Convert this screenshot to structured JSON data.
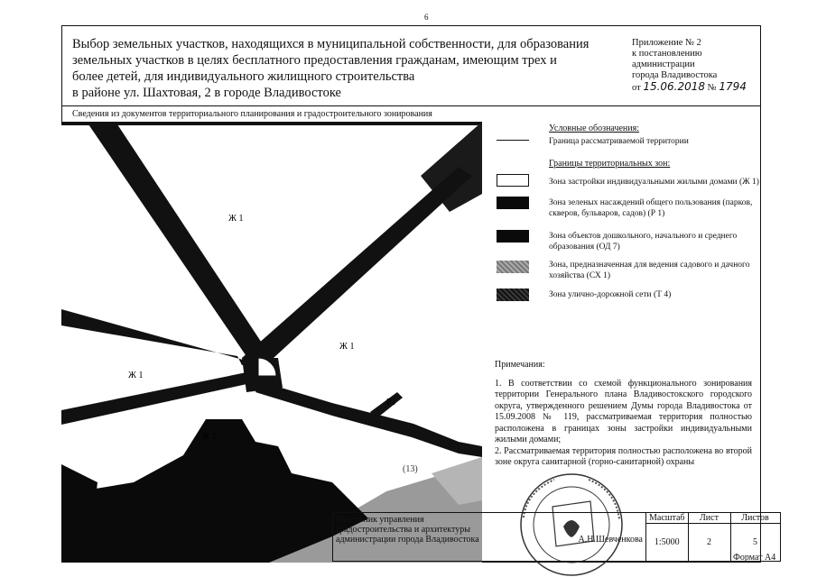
{
  "page_number": "6",
  "title_lines": [
    "Выбор земельных участков, находящихся в муниципальной собственности, для образования",
    "земельных участков в целях бесплатного предоставления гражданам, имеющим трех и",
    "более детей, для индивидуального жилищного строительства",
    "в районе ул. Шахтовая, 2 в городе Владивостоке"
  ],
  "appendix": {
    "line1": "Приложение № 2",
    "line2": "к постановлению администрации",
    "line3": "города Владивостока",
    "date_prefix": "от",
    "date_value": "15.06.2018",
    "number_prefix": "№",
    "number_value": "1794"
  },
  "section_label": "Сведения из документов территориального планирования и градостроительного зонирования",
  "map": {
    "zone_label": "Ж 1",
    "small_label": "P1",
    "road_label": "(13)"
  },
  "legend": {
    "title": "Условные обозначения:",
    "boundary_label": "Граница рассматриваемой территории",
    "zones_title": "Границы территориальных зон:",
    "items": [
      {
        "label": "Зона застройки индивидуальными жилыми домами (Ж 1)",
        "fill": "#ffffff"
      },
      {
        "label": "Зона зеленых насаждений общего пользования (парков, скверов, бульваров, садов) (Р 1)",
        "fill": "#0a0a0a"
      },
      {
        "label": "Зона объектов дошкольного, начального и среднего образования (ОД 7)",
        "fill": "#0a0a0a"
      },
      {
        "label": "Зона, предназначенная для ведения садового и дачного хозяйства (СХ 1)",
        "fill": "#8a8a8a"
      },
      {
        "label": "Зона улично-дорожной сети (Т 4)",
        "fill": "#2a2a2a"
      }
    ]
  },
  "notes": {
    "title": "Примечания:",
    "items": [
      "1. В соответствии со схемой функционального зонирования территории Генерального плана Владивостокского городского округа, утвержденного решением Думы города Владивостока от 15.09.2008 № 119, рассматриваемая территория полностью расположена в границах зоны застройки индивидуальными жилыми домами;",
      "2. Рассматриваемая территория полностью расположена во второй зоне округа санитарной (горно-санитарной) охраны"
    ]
  },
  "stamp": {
    "position_line1": "Начальник управления",
    "position_line2": "градостроительства и архитектуры",
    "position_line3": "администрации города Владивостока",
    "signatory": "А.Н.Шевченкова",
    "scale_header": "Масштаб",
    "sheet_header": "Лист",
    "sheets_header": "Листов",
    "scale_value": "1:5000",
    "sheet_value": "2",
    "sheets_value": "5"
  },
  "format_label": "Формат А4"
}
